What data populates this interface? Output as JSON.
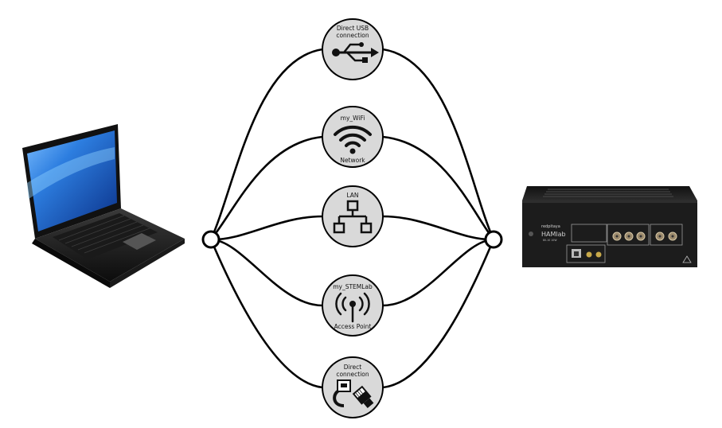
{
  "nodes": {
    "usb": {
      "label_top": "Direct USB",
      "label_bottom": "connection",
      "icon": "usb-icon"
    },
    "wifi": {
      "label_top": "my_WiFi",
      "label_bottom": "Network",
      "icon": "wifi-icon"
    },
    "lan": {
      "label_top": "LAN",
      "label_bottom": "",
      "icon": "lan-network-icon"
    },
    "ap": {
      "label_top": "my_STEMLab",
      "label_bottom": "Access Point",
      "icon": "antenna-icon"
    },
    "direct": {
      "label_top": "Direct",
      "label_bottom": "connection",
      "icon": "ethernet-cable-icon"
    }
  },
  "device": {
    "brand": "redpitaya",
    "model": "HAMlab",
    "sub": "80-10 10W"
  },
  "colors": {
    "node_fill": "#d9d9d9",
    "stroke": "#000000",
    "device_body": "#1c1c1c",
    "laptop_screen": "#1f63c9"
  }
}
